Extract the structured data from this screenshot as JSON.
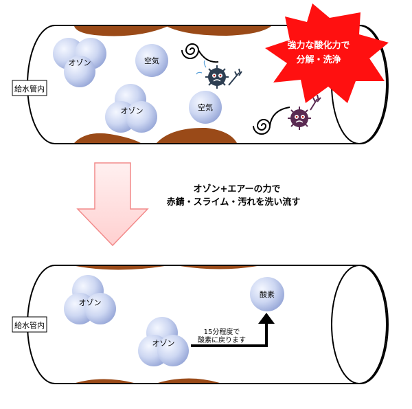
{
  "top_pipe": {
    "label": "給水管内",
    "molecules": [
      "オゾン",
      "空気",
      "オゾン",
      "空気"
    ],
    "burst_text": [
      "強力な酸化力で",
      "分解・洗浄"
    ]
  },
  "middle_caption": [
    "オゾン+エアーの力で",
    "赤錆・スライム・汚れを洗い流す"
  ],
  "bottom_pipe": {
    "label": "給水管内",
    "molecules": [
      "オゾン",
      "オゾン",
      "酸素"
    ],
    "note": [
      "15分程度で",
      "酸素に戻ります"
    ]
  },
  "colors": {
    "rust": "#9a4a18",
    "molecule_light": "#e6ecfa",
    "molecule_dark": "#98a8d8",
    "burst": "#ff1010",
    "arrow_fill": "#ffd6d6",
    "arrow_stroke": "#f28a8a",
    "germ_dark": "#2d3e52",
    "germ_purple": "#5a2a52"
  }
}
